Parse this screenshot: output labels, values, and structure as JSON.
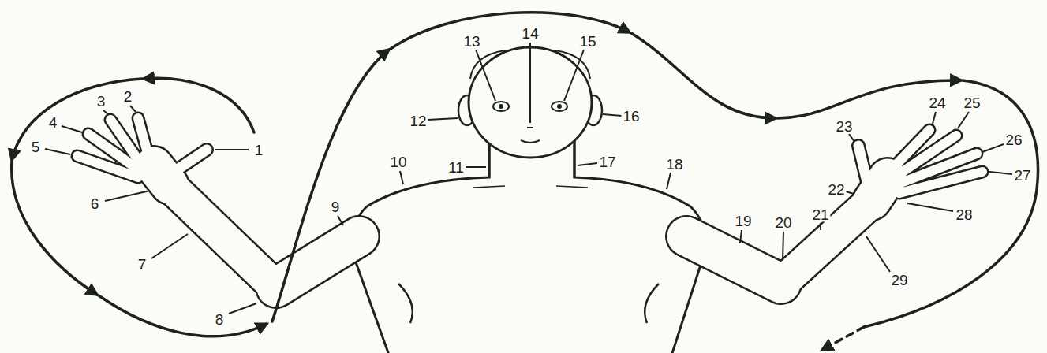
{
  "diagram": {
    "labels": [
      "1",
      "2",
      "3",
      "4",
      "5",
      "6",
      "7",
      "8",
      "9",
      "10",
      "11",
      "12",
      "13",
      "14",
      "15",
      "16",
      "17",
      "18",
      "19",
      "20",
      "21",
      "22",
      "23",
      "24",
      "25",
      "26",
      "27",
      "28",
      "29"
    ]
  }
}
